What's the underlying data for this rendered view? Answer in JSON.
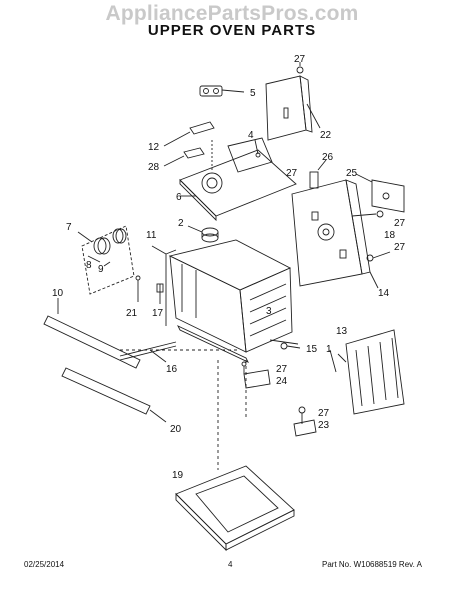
{
  "header": {
    "watermark": "AppliancePartsPros.com",
    "title": "UPPER OVEN PARTS"
  },
  "callouts": [
    "1",
    "2",
    "3",
    "4",
    "5",
    "6",
    "7",
    "8",
    "9",
    "10",
    "11",
    "12",
    "13",
    "14",
    "15",
    "16",
    "17",
    "18",
    "19",
    "20",
    "21",
    "22",
    "23",
    "24",
    "25",
    "26",
    "27",
    "28"
  ],
  "footer": {
    "date": "02/25/2014",
    "page": "4",
    "part": "Part No. W10688519  Rev. A"
  }
}
